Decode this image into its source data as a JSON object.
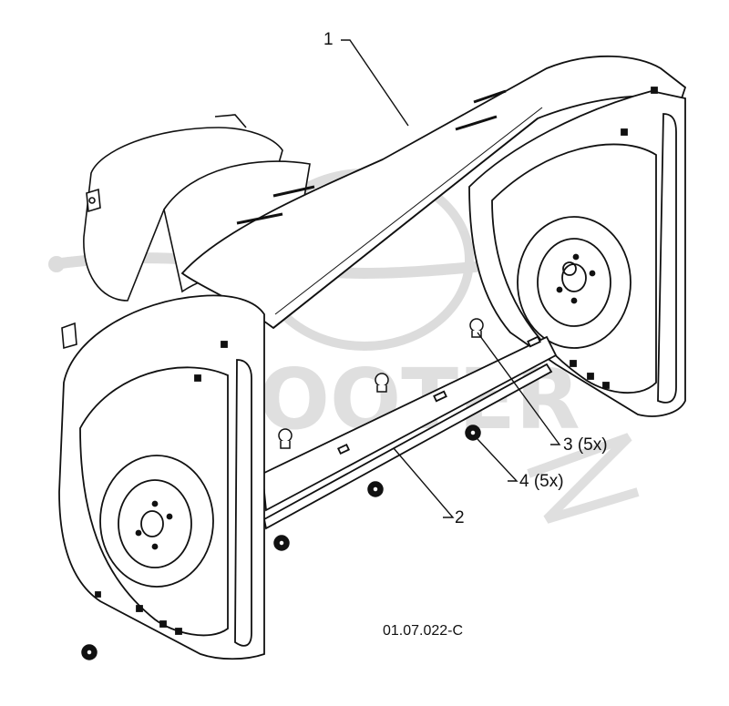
{
  "callouts": {
    "part1": "1",
    "part2": "2",
    "part3": "3 (5x)",
    "part4": "4 (5x)"
  },
  "reference_code": "01.07.022-C",
  "watermark": {
    "text": "SCOOTER",
    "mark": "zip"
  },
  "colors": {
    "line": "#111111",
    "watermark": "#cfcfcf",
    "fill": "#ffffff"
  }
}
